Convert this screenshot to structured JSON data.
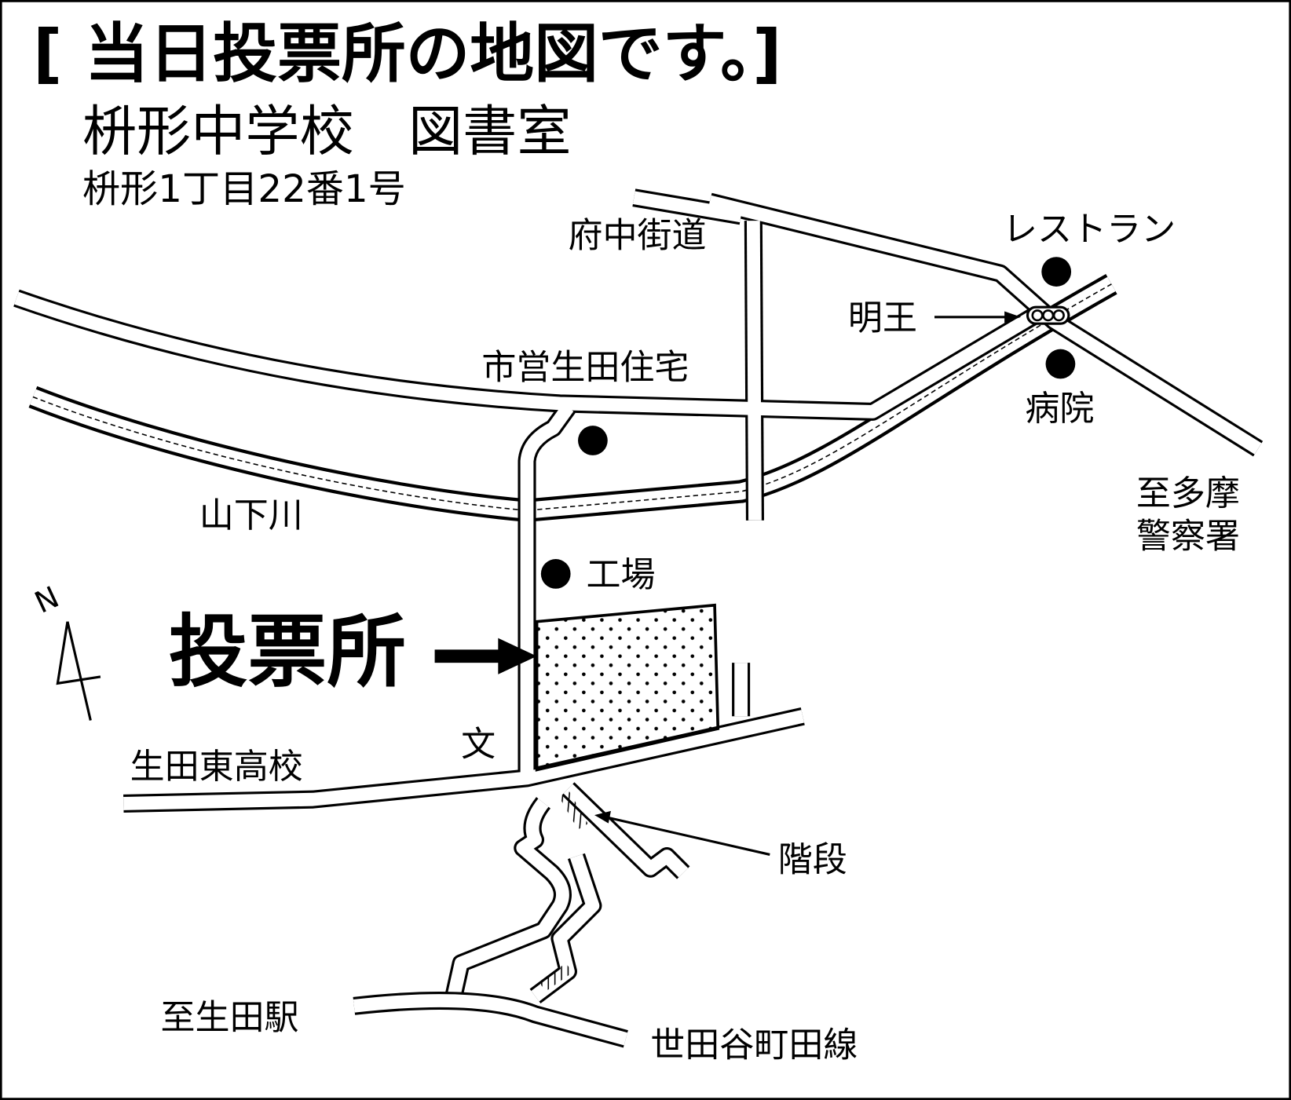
{
  "header": {
    "title": "[ 当日投票所の地図です。]",
    "venue": "枡形中学校　図書室",
    "address": "枡形1丁目22番1号"
  },
  "labels": {
    "fuchu_kaido": "府中街道",
    "restaurant": "レストラン",
    "meio": "明王",
    "shiei_housing": "市営生田住宅",
    "hospital": "病院",
    "yamashita_river": "山下川",
    "to_police": [
      "至多摩",
      "警察署"
    ],
    "factory": "工場",
    "polling_place": "投票所",
    "school_symbol": "文",
    "high_school": "生田東高校",
    "stairs": "階段",
    "to_station": "至生田駅",
    "rail_line": "世田谷町田線",
    "north": "N"
  },
  "colors": {
    "ink": "#000000",
    "paper": "#ffffff"
  }
}
